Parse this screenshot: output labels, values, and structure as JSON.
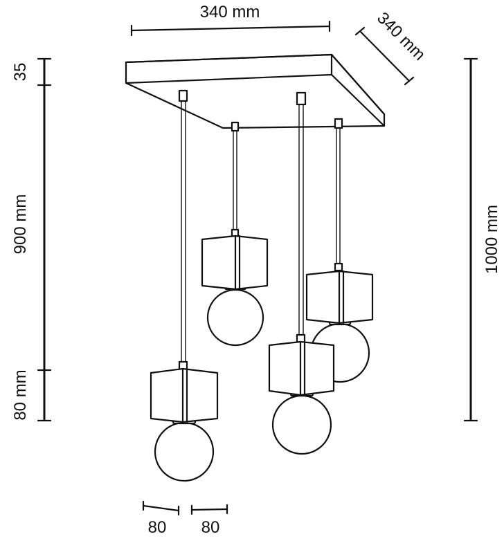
{
  "dimensions": {
    "top_width": "340 mm",
    "top_depth": "340 mm",
    "canopy_height": "35",
    "cable_length": "900 mm",
    "shade_height": "80 mm",
    "total_height": "1000 mm",
    "shade_width_a": "80",
    "shade_width_b": "80"
  },
  "colors": {
    "line": "#111111",
    "background": "#ffffff"
  }
}
